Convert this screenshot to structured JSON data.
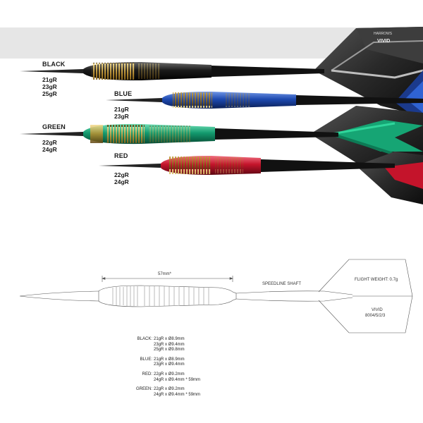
{
  "brand": {
    "maker": "HARROWS",
    "model": "VIVID"
  },
  "darts": [
    {
      "id": "black",
      "name": "BLACK",
      "weights": [
        "21gR",
        "23gR",
        "25gR"
      ],
      "color": "#1c1c1c"
    },
    {
      "id": "blue",
      "name": "BLUE",
      "weights": [
        "21gR",
        "23gR"
      ],
      "color": "#1f4fb5"
    },
    {
      "id": "green",
      "name": "GREEN",
      "weights": [
        "22gR",
        "24gR"
      ],
      "color": "#139a6e"
    },
    {
      "id": "red",
      "name": "RED",
      "weights": [
        "22gR",
        "24gR"
      ],
      "color": "#c4142b"
    }
  ],
  "accent_gold": "#c8a24a",
  "flight_color": "#2a2a2a",
  "diagram": {
    "barrel_length": "57mm*",
    "shaft_label": "SPEEDLINE SHAFT",
    "flight_weight": "FLIGHT WEIGHT: 0.7g",
    "flight_name": "VIVID",
    "flight_code": "8004/5/2/3"
  },
  "specs": [
    {
      "label": "BLACK:",
      "lines": [
        "21gR x Ø8.9mm",
        "23gR x Ø9.4mm",
        "25gR x Ø9.8mm"
      ]
    },
    {
      "label": "BLUE:",
      "lines": [
        "21gR x Ø8.9mm",
        "23gR x Ø9.4mm"
      ]
    },
    {
      "label": "RED:",
      "lines": [
        "22gR x Ø9.2mm",
        "24gR x Ø9.4mm * 59mm"
      ]
    },
    {
      "label": "GREEN:",
      "lines": [
        "22gR x Ø9.2mm",
        "24gR x Ø9.4mm * 59mm"
      ]
    }
  ]
}
